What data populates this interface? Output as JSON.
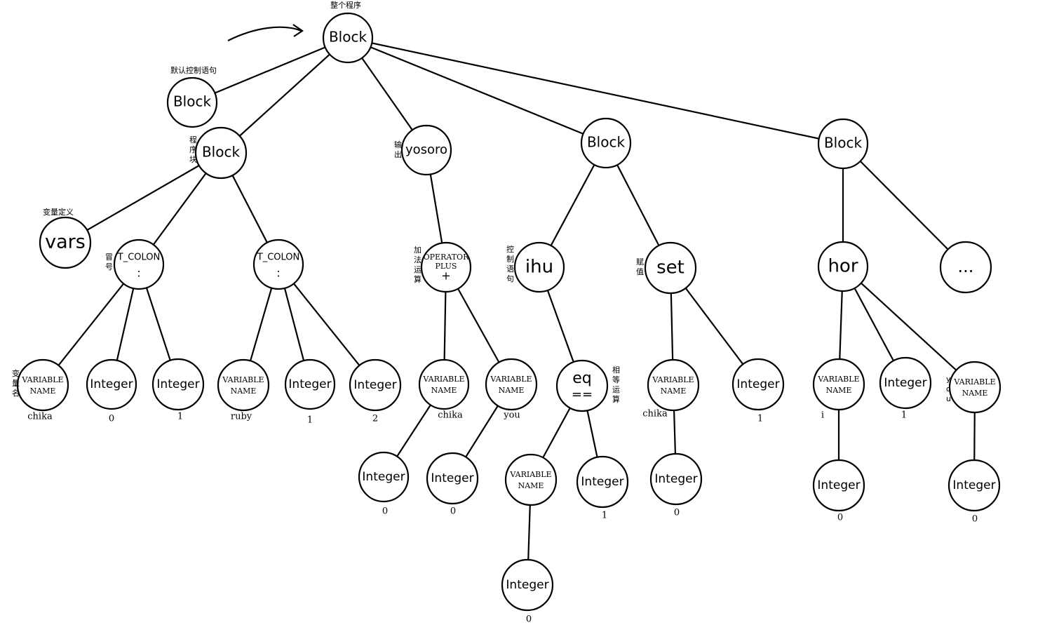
{
  "nodes": [
    {
      "id": "root",
      "label": "Block"
    },
    {
      "id": "n_def",
      "label": "Block"
    },
    {
      "id": "n_prog",
      "label": "Block"
    },
    {
      "id": "n_yosoro",
      "label": "yosoro"
    },
    {
      "id": "n_blk3",
      "label": "Block"
    },
    {
      "id": "n_blk4",
      "label": "Block"
    },
    {
      "id": "n_vars",
      "label": "vars"
    },
    {
      "id": "n_tc1",
      "label": "T_COLON",
      "sub": ":"
    },
    {
      "id": "n_tc2",
      "label": "T_COLON",
      "sub": ":"
    },
    {
      "id": "n_plus",
      "label": "OPERATOR",
      "label2": "PLUS",
      "sub": "+"
    },
    {
      "id": "n_ihu",
      "label": "ihu"
    },
    {
      "id": "n_set",
      "label": "set"
    },
    {
      "id": "n_hor",
      "label": "hor"
    },
    {
      "id": "n_more",
      "label": "..."
    },
    {
      "id": "n_v1",
      "label": "VARIABLE",
      "label2": "NAME"
    },
    {
      "id": "n_i1",
      "label": "Integer"
    },
    {
      "id": "n_i2",
      "label": "Integer"
    },
    {
      "id": "n_v2",
      "label": "VARIABLE",
      "label2": "NAME"
    },
    {
      "id": "n_i3",
      "label": "Integer"
    },
    {
      "id": "n_i4",
      "label": "Integer"
    },
    {
      "id": "n_v3",
      "label": "VARIABLE",
      "label2": "NAME"
    },
    {
      "id": "n_v4",
      "label": "VARIABLE",
      "label2": "NAME"
    },
    {
      "id": "n_i5",
      "label": "Integer"
    },
    {
      "id": "n_i6",
      "label": "Integer"
    },
    {
      "id": "n_eq",
      "label": "eq",
      "sub": "=="
    },
    {
      "id": "n_v5",
      "label": "VARIABLE",
      "label2": "NAME"
    },
    {
      "id": "n_i7",
      "label": "Integer"
    },
    {
      "id": "n_i8",
      "label": "Integer"
    },
    {
      "id": "n_v6",
      "label": "VARIABLE",
      "label2": "NAME"
    },
    {
      "id": "n_i9",
      "label": "Integer"
    },
    {
      "id": "n_i10",
      "label": "Integer"
    },
    {
      "id": "n_v7",
      "label": "VARIABLE",
      "label2": "NAME"
    },
    {
      "id": "n_i11",
      "label": "Integer"
    },
    {
      "id": "n_v8",
      "label": "VARIABLE",
      "label2": "NAME"
    },
    {
      "id": "n_i12",
      "label": "Integer"
    },
    {
      "id": "n_i13",
      "label": "Integer"
    }
  ],
  "edges": [
    [
      "root",
      "n_def"
    ],
    [
      "root",
      "n_prog"
    ],
    [
      "root",
      "n_yosoro"
    ],
    [
      "root",
      "n_blk3"
    ],
    [
      "root",
      "n_blk4"
    ],
    [
      "n_prog",
      "n_vars"
    ],
    [
      "n_prog",
      "n_tc1"
    ],
    [
      "n_prog",
      "n_tc2"
    ],
    [
      "n_tc1",
      "n_v1"
    ],
    [
      "n_tc1",
      "n_i1"
    ],
    [
      "n_tc1",
      "n_i2"
    ],
    [
      "n_tc2",
      "n_v2"
    ],
    [
      "n_tc2",
      "n_i3"
    ],
    [
      "n_tc2",
      "n_i4"
    ],
    [
      "n_yosoro",
      "n_plus"
    ],
    [
      "n_plus",
      "n_v3"
    ],
    [
      "n_plus",
      "n_v4"
    ],
    [
      "n_v3",
      "n_i5"
    ],
    [
      "n_v4",
      "n_i6"
    ],
    [
      "n_blk3",
      "n_ihu"
    ],
    [
      "n_blk3",
      "n_set"
    ],
    [
      "n_ihu",
      "n_eq"
    ],
    [
      "n_eq",
      "n_v5"
    ],
    [
      "n_eq",
      "n_i7"
    ],
    [
      "n_v5",
      "n_i8"
    ],
    [
      "n_set",
      "n_v6"
    ],
    [
      "n_set",
      "n_i9"
    ],
    [
      "n_v6",
      "n_i10"
    ],
    [
      "n_blk4",
      "n_hor"
    ],
    [
      "n_blk4",
      "n_more"
    ],
    [
      "n_hor",
      "n_v7"
    ],
    [
      "n_hor",
      "n_i11"
    ],
    [
      "n_hor",
      "n_v8"
    ],
    [
      "n_v7",
      "n_i12"
    ],
    [
      "n_v8",
      "n_i13"
    ]
  ],
  "values": [
    {
      "node": "n_v1",
      "text": "chika"
    },
    {
      "node": "n_i1",
      "text": "0"
    },
    {
      "node": "n_i2",
      "text": "1"
    },
    {
      "node": "n_v2",
      "text": "ruby"
    },
    {
      "node": "n_i3",
      "text": "1"
    },
    {
      "node": "n_i4",
      "text": "2"
    },
    {
      "node": "n_v3",
      "text": "chika"
    },
    {
      "node": "n_v4",
      "text": "you"
    },
    {
      "node": "n_i5",
      "text": "0"
    },
    {
      "node": "n_i6",
      "text": "0"
    },
    {
      "node": "n_i7",
      "text": "1"
    },
    {
      "node": "n_i8",
      "text": "0"
    },
    {
      "node": "n_v6",
      "text": "chika"
    },
    {
      "node": "n_i9",
      "text": "1"
    },
    {
      "node": "n_i10",
      "text": "0"
    },
    {
      "node": "n_v7",
      "text": "i"
    },
    {
      "node": "n_i11",
      "text": "1"
    },
    {
      "node": "n_i12",
      "text": "0"
    },
    {
      "node": "n_i13",
      "text": "0"
    }
  ],
  "annotations": [
    {
      "node": "root",
      "text": "整个程序"
    },
    {
      "node": "n_def",
      "text": "默认控制语句"
    },
    {
      "node": "n_prog",
      "text": "程序块"
    },
    {
      "node": "n_vars",
      "text": "变量定义"
    },
    {
      "node": "n_tc1",
      "text": "冒号"
    },
    {
      "node": "n_v1",
      "text": "变量名"
    },
    {
      "node": "n_yosoro",
      "text": "输出"
    },
    {
      "node": "n_plus",
      "text": "加法运算"
    },
    {
      "node": "n_ihu",
      "text": "控制语句"
    },
    {
      "node": "n_eq",
      "text": "相等运算"
    },
    {
      "node": "n_set",
      "text": "赋值"
    },
    {
      "node": "n_v8",
      "text": "you"
    }
  ]
}
